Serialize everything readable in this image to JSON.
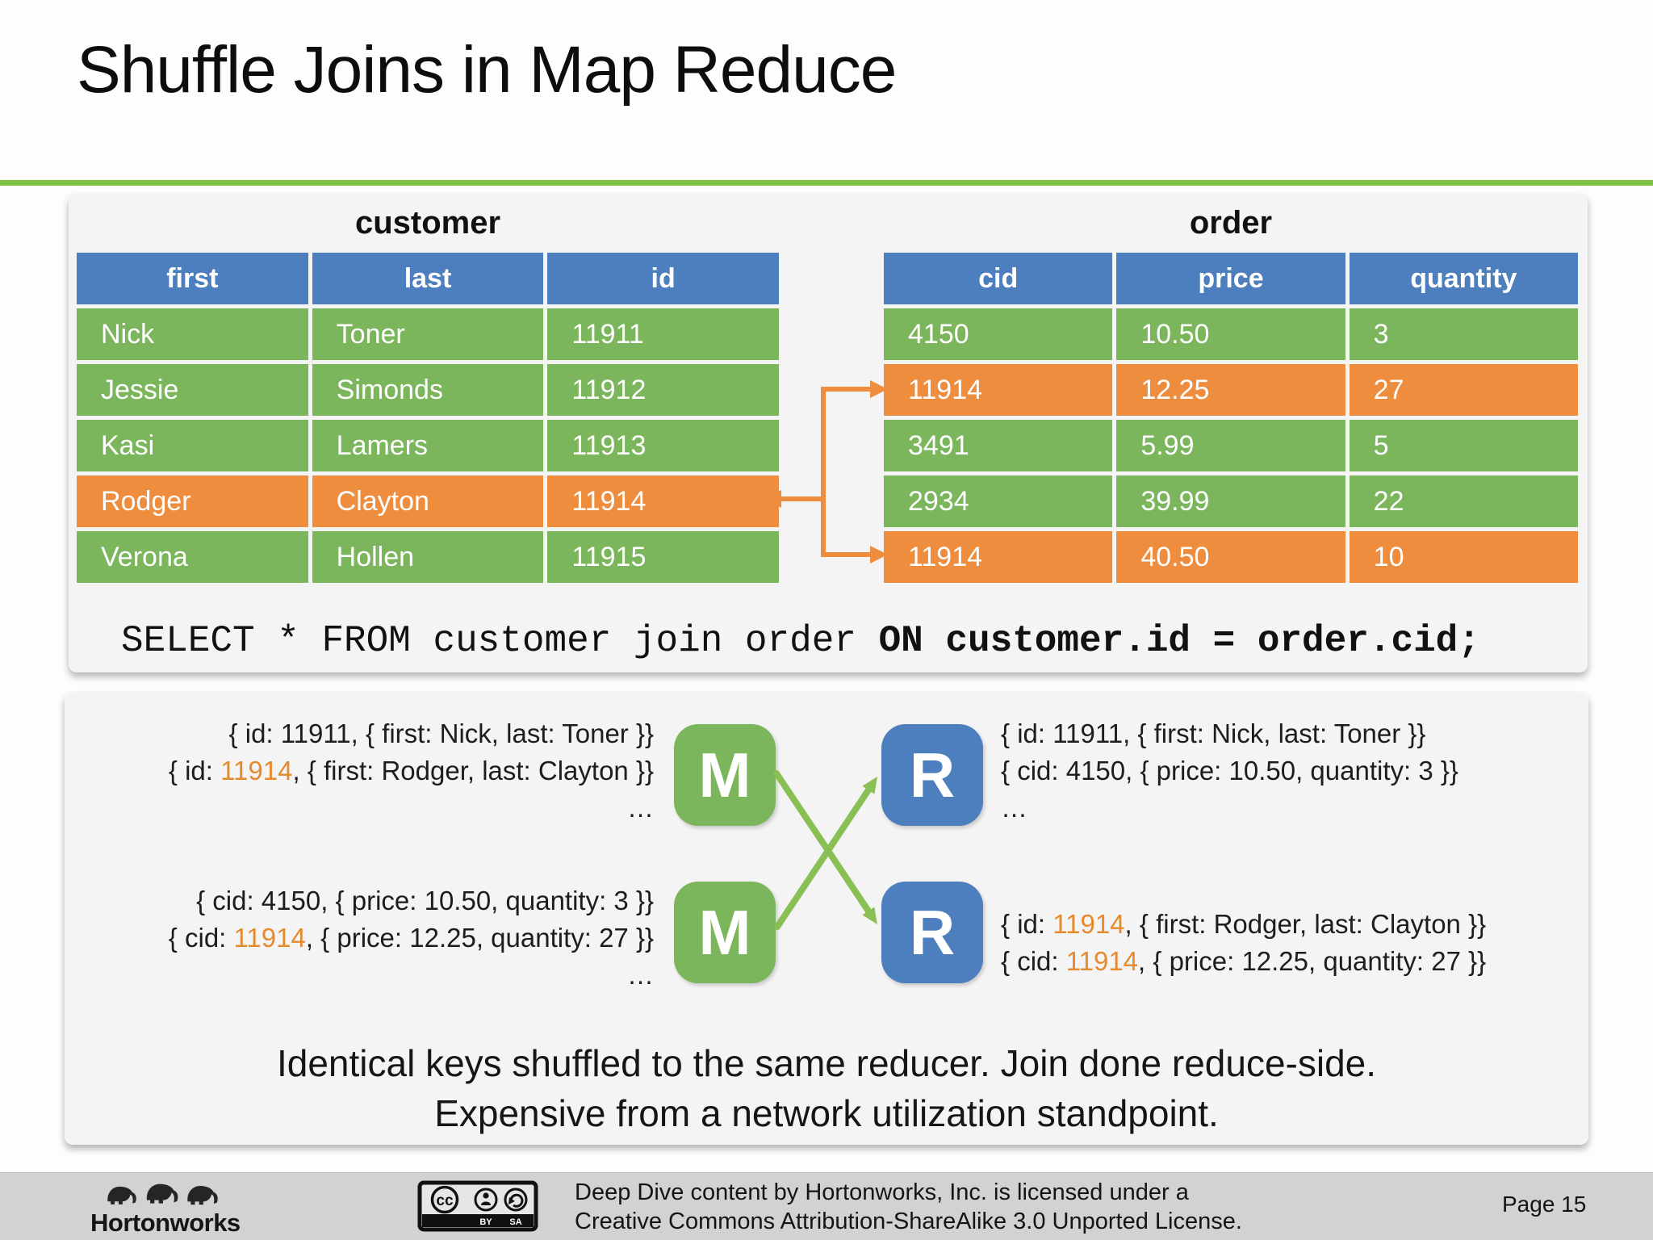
{
  "slide": {
    "title": "Shuffle Joins in Map Reduce"
  },
  "colors": {
    "green_row": "#7cb65c",
    "orange_row": "#ee8d3d",
    "blue_head": "#4d7ebd",
    "rule_green": "#7fc241",
    "arrow_green": "#8abf55",
    "hl_text": "#e68a2e",
    "panel_bg": "#f5f4f4",
    "footer_bg": "#d2d2d4"
  },
  "customer_table": {
    "title": "customer",
    "headers": [
      "first",
      "last",
      "id"
    ],
    "rows": [
      {
        "cells": [
          "Nick",
          "Toner",
          "11911"
        ],
        "highlight": false
      },
      {
        "cells": [
          "Jessie",
          "Simonds",
          "11912"
        ],
        "highlight": false
      },
      {
        "cells": [
          "Kasi",
          "Lamers",
          "11913"
        ],
        "highlight": false
      },
      {
        "cells": [
          "Rodger",
          "Clayton",
          "11914"
        ],
        "highlight": true
      },
      {
        "cells": [
          "Verona",
          "Hollen",
          "11915"
        ],
        "highlight": false
      }
    ]
  },
  "order_table": {
    "title": "order",
    "headers": [
      "cid",
      "price",
      "quantity"
    ],
    "rows": [
      {
        "cells": [
          "4150",
          "10.50",
          "3"
        ],
        "highlight": false
      },
      {
        "cells": [
          "11914",
          "12.25",
          "27"
        ],
        "highlight": true
      },
      {
        "cells": [
          "3491",
          "5.99",
          "5"
        ],
        "highlight": false
      },
      {
        "cells": [
          "2934",
          "39.99",
          "22"
        ],
        "highlight": false
      },
      {
        "cells": [
          "11914",
          "40.50",
          "10"
        ],
        "highlight": true
      }
    ]
  },
  "sql": {
    "normal": "SELECT * FROM customer join order ",
    "bold": "ON customer.id = order.cid;"
  },
  "mapreduce": {
    "mapper1_label": "M",
    "mapper2_label": "M",
    "reducer1_label": "R",
    "reducer2_label": "R",
    "map_input_customer": {
      "lines": [
        [
          {
            "t": "{ id: 11911, { first: Nick, last: Toner }}"
          }
        ],
        [
          {
            "t": "{ id: "
          },
          {
            "t": "11914",
            "hl": true
          },
          {
            "t": ", { first: Rodger, last: Clayton }}"
          }
        ],
        [
          {
            "t": "…"
          }
        ]
      ]
    },
    "map_input_order": {
      "lines": [
        [
          {
            "t": "{ cid: 4150, { price: 10.50, quantity: 3 }}"
          }
        ],
        [
          {
            "t": "{ cid: "
          },
          {
            "t": "11914",
            "hl": true
          },
          {
            "t": ", { price: 12.25, quantity: 27 }}"
          }
        ],
        [
          {
            "t": "…"
          }
        ]
      ]
    },
    "reducer_output_top": {
      "lines": [
        [
          {
            "t": "{ id: 11911, { first: Nick, last: Toner }}"
          }
        ],
        [
          {
            "t": "{ cid: 4150, { price: 10.50, quantity: 3 }}"
          }
        ],
        [
          {
            "t": "…"
          }
        ]
      ]
    },
    "reducer_output_bottom": {
      "lines": [
        [
          {
            "t": "{ id: "
          },
          {
            "t": "11914",
            "hl": true
          },
          {
            "t": ", { first: Rodger, last: Clayton }}"
          }
        ],
        [
          {
            "t": "{ cid: "
          },
          {
            "t": "11914",
            "hl": true
          },
          {
            "t": ", { price: 12.25, quantity: 27 }}"
          }
        ]
      ]
    }
  },
  "caption": {
    "line1": "Identical keys shuffled to the same reducer. Join done reduce-side.",
    "line2": "Expensive from a network utilization standpoint."
  },
  "footer": {
    "logo_text": "Hortonworks",
    "license_line1": "Deep Dive content by Hortonworks, Inc. is licensed under a",
    "license_line2": "Creative Commons Attribution-ShareAlike 3.0 Unported License.",
    "page": "Page 15",
    "cc": {
      "cc": "cc",
      "by": "BY",
      "sa": "SA"
    }
  },
  "icons": {
    "logo": "hortonworks-elephants-icon",
    "license_badge": [
      "cc-icon",
      "attribution-person-icon",
      "share-alike-icon"
    ]
  }
}
